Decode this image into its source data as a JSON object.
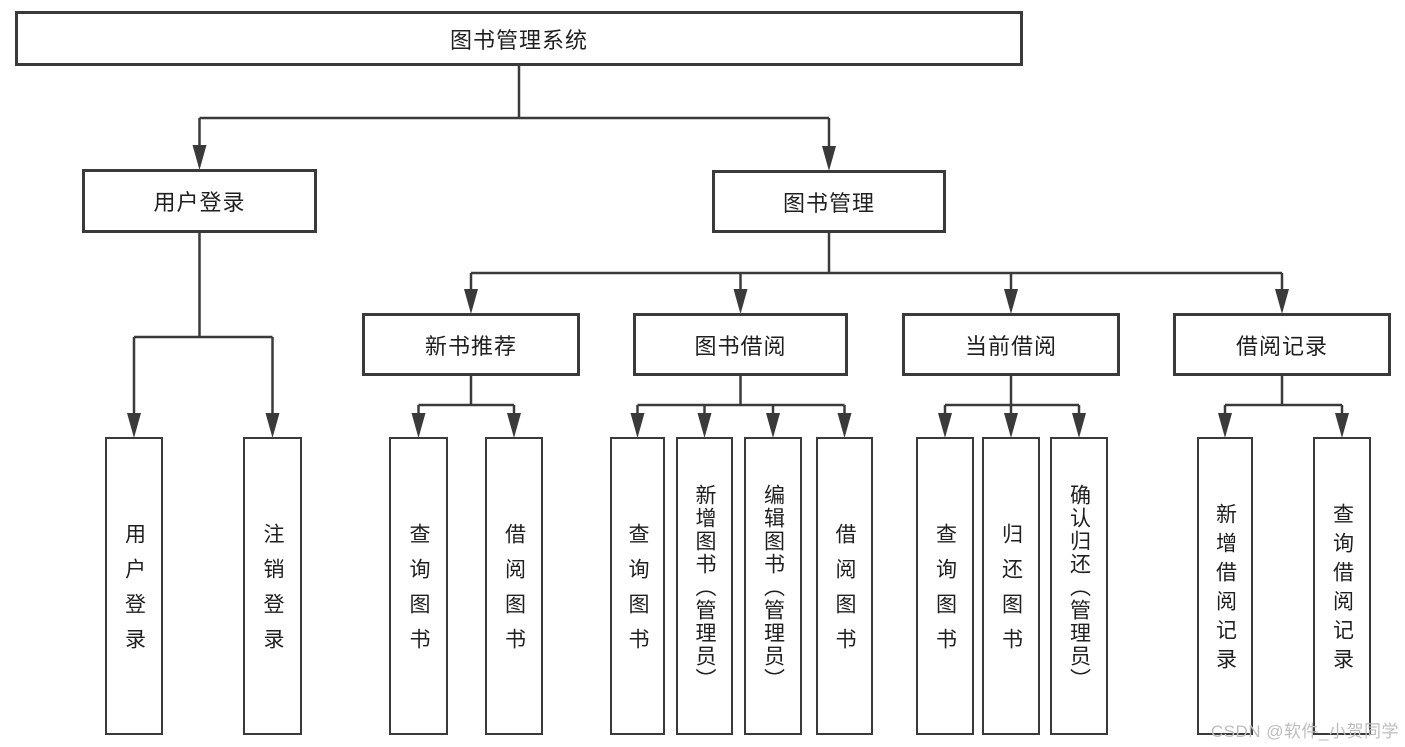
{
  "diagram": {
    "title": "图书管理系统",
    "root": {
      "id": "root",
      "label": "图书管理系统",
      "children": [
        {
          "id": "user-login",
          "label": "用户登录",
          "children": [
            {
              "id": "leaf-user-login",
              "label": "用户登录",
              "vertical": true
            },
            {
              "id": "leaf-logout",
              "label": "注销登录",
              "vertical": true
            }
          ]
        },
        {
          "id": "book-mgmt",
          "label": "图书管理",
          "children": [
            {
              "id": "new-book",
              "label": "新书推荐",
              "children": [
                {
                  "id": "nb-query",
                  "label": "查询图书",
                  "vertical": true
                },
                {
                  "id": "nb-borrow",
                  "label": "借阅图书",
                  "vertical": true
                }
              ]
            },
            {
              "id": "book-borrow",
              "label": "图书借阅",
              "children": [
                {
                  "id": "bb-query",
                  "label": "查询图书",
                  "vertical": true
                },
                {
                  "id": "bb-add",
                  "label": "新增图书（管理员）",
                  "vertical": true
                },
                {
                  "id": "bb-edit",
                  "label": "编辑图书（管理员）",
                  "vertical": true
                },
                {
                  "id": "bb-borrow",
                  "label": "借阅图书",
                  "vertical": true
                }
              ]
            },
            {
              "id": "current-borrow",
              "label": "当前借阅",
              "children": [
                {
                  "id": "cb-query",
                  "label": "查询图书",
                  "vertical": true
                },
                {
                  "id": "cb-return",
                  "label": "归还图书",
                  "vertical": true
                },
                {
                  "id": "cb-confirm",
                  "label": "确认归还（管理员）",
                  "vertical": true
                }
              ]
            },
            {
              "id": "borrow-record",
              "label": "借阅记录",
              "children": [
                {
                  "id": "rec-add",
                  "label": "新增借阅记录",
                  "vertical": true
                },
                {
                  "id": "rec-query",
                  "label": "查询借阅记录",
                  "vertical": true
                }
              ]
            }
          ]
        }
      ]
    },
    "colors": {
      "line": "#3a3a3a",
      "box_fill": "#ffffff",
      "text": "#1f1f1f",
      "watermark": "#bdbdbd"
    }
  },
  "watermark": {
    "text": "CSDN @软件_小贺同学"
  }
}
